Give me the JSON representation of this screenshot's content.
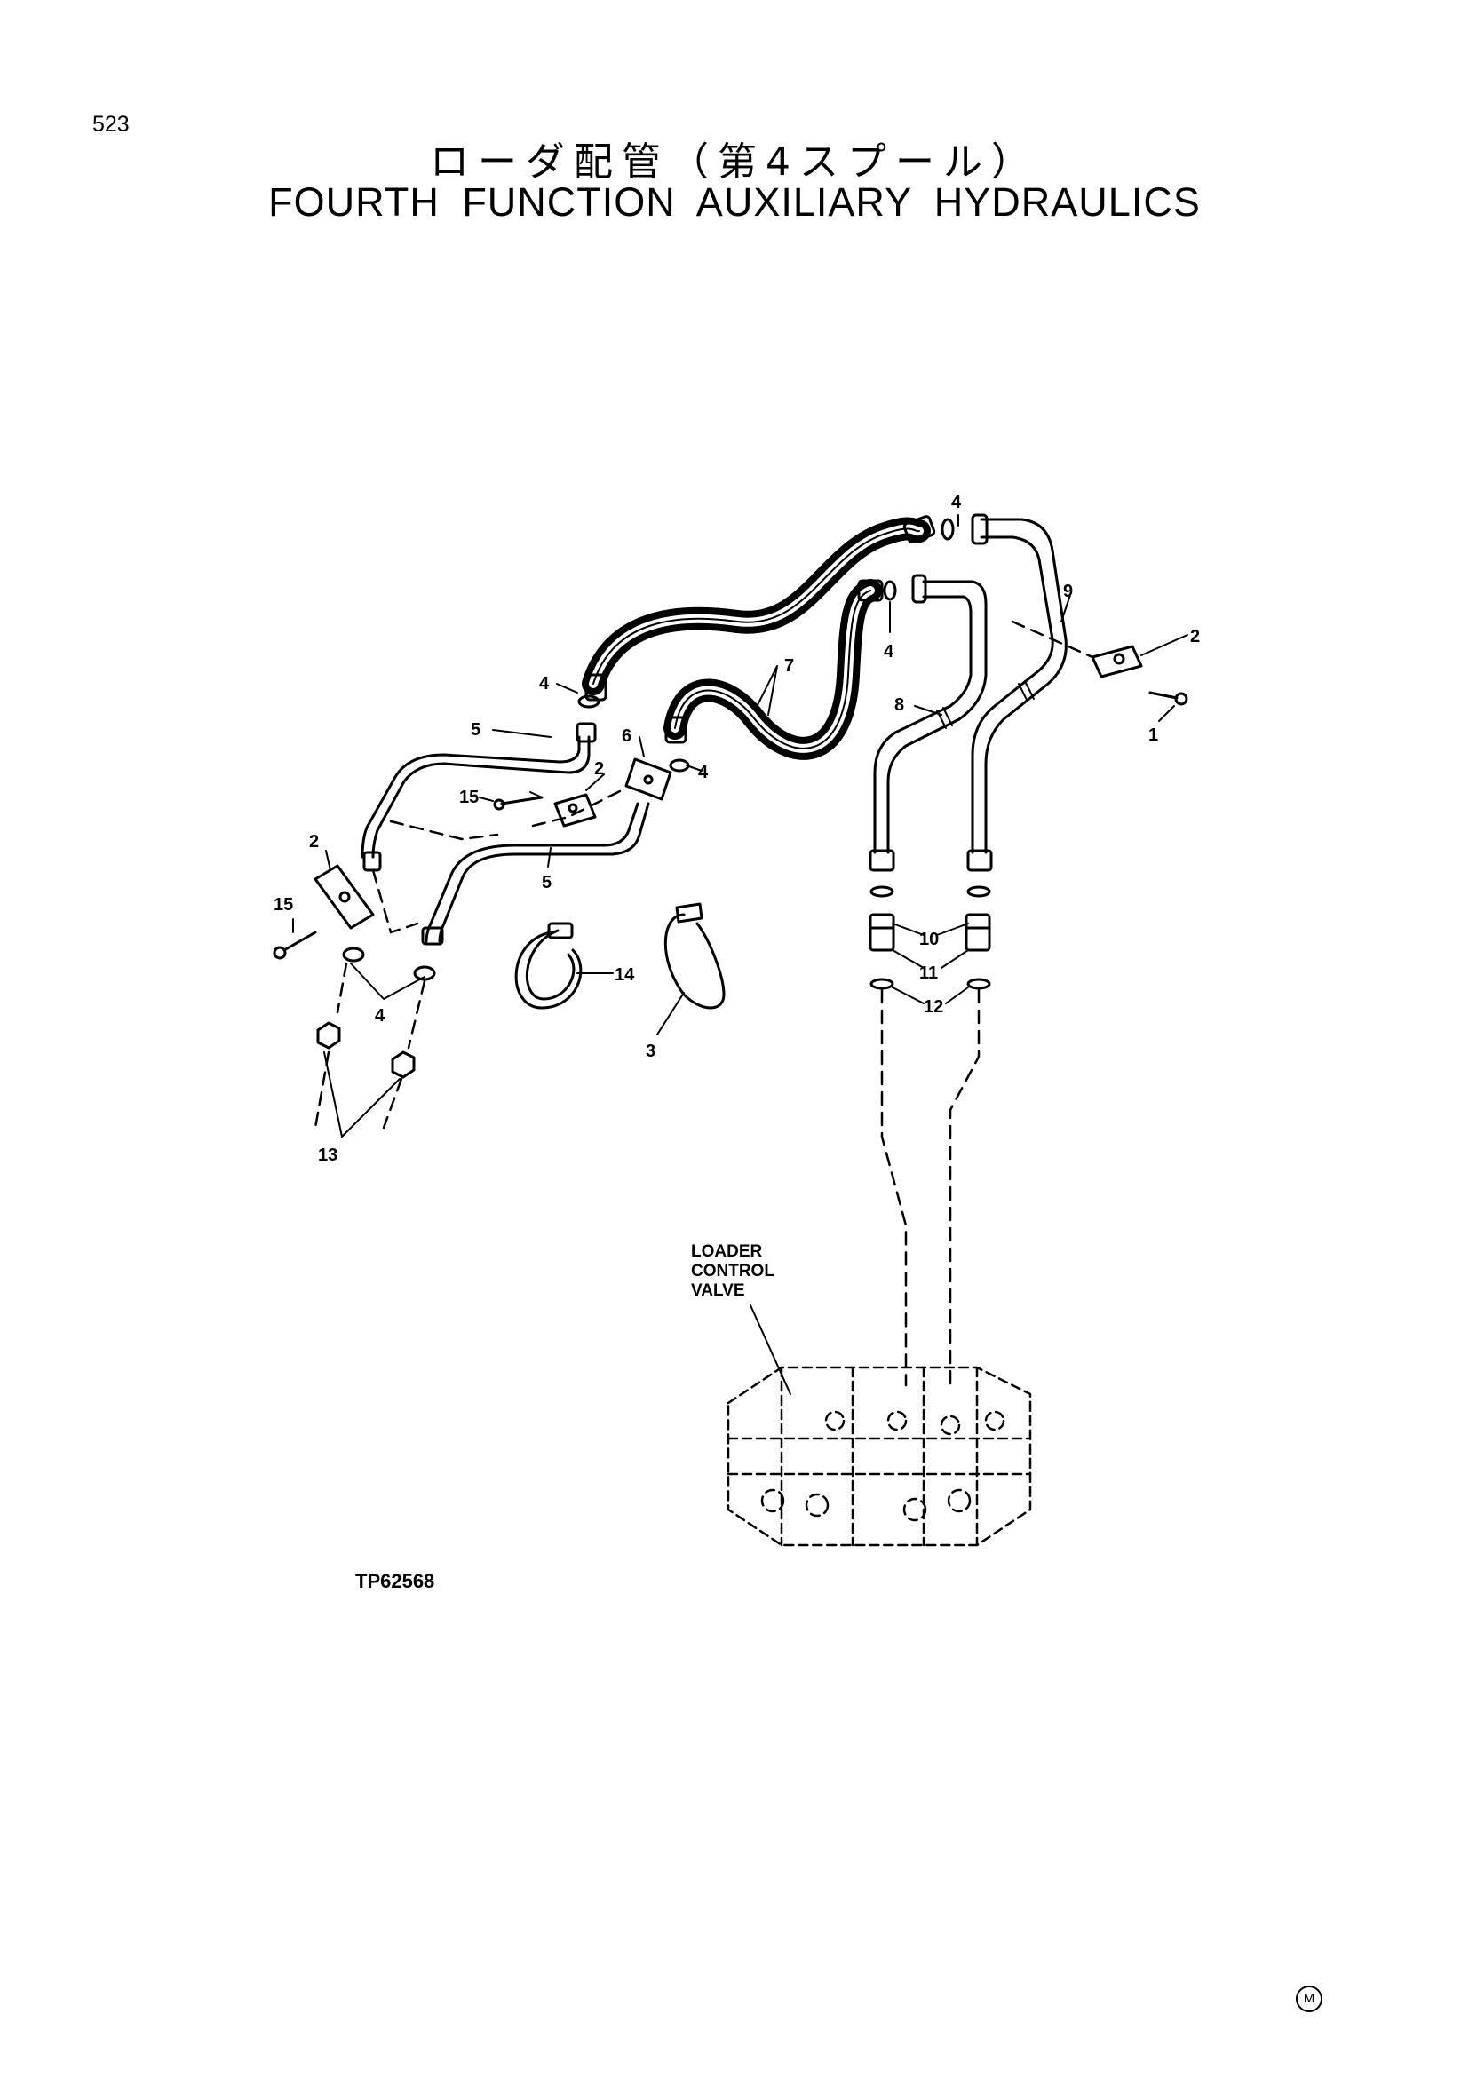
{
  "page_number": "523",
  "title_jp": "ローダ配管（第4スプール）",
  "title_en": "FOURTH FUNCTION AUXILIARY HYDRAULICS",
  "figure_id": "TP62568",
  "corner_mark": "M",
  "valve_label": [
    "LOADER",
    "CONTROL",
    "VALVE"
  ],
  "callouts": {
    "c1": "1",
    "c2a": "2",
    "c2b": "2",
    "c2c": "2",
    "c3": "3",
    "c4a": "4",
    "c4b": "4",
    "c4c": "4",
    "c4d": "4",
    "c4e": "4",
    "c5a": "5",
    "c5b": "5",
    "c6": "6",
    "c7": "7",
    "c8": "8",
    "c9": "9",
    "c10": "10",
    "c11": "11",
    "c12": "12",
    "c13": "13",
    "c14": "14",
    "c15a": "15",
    "c15b": "15"
  }
}
